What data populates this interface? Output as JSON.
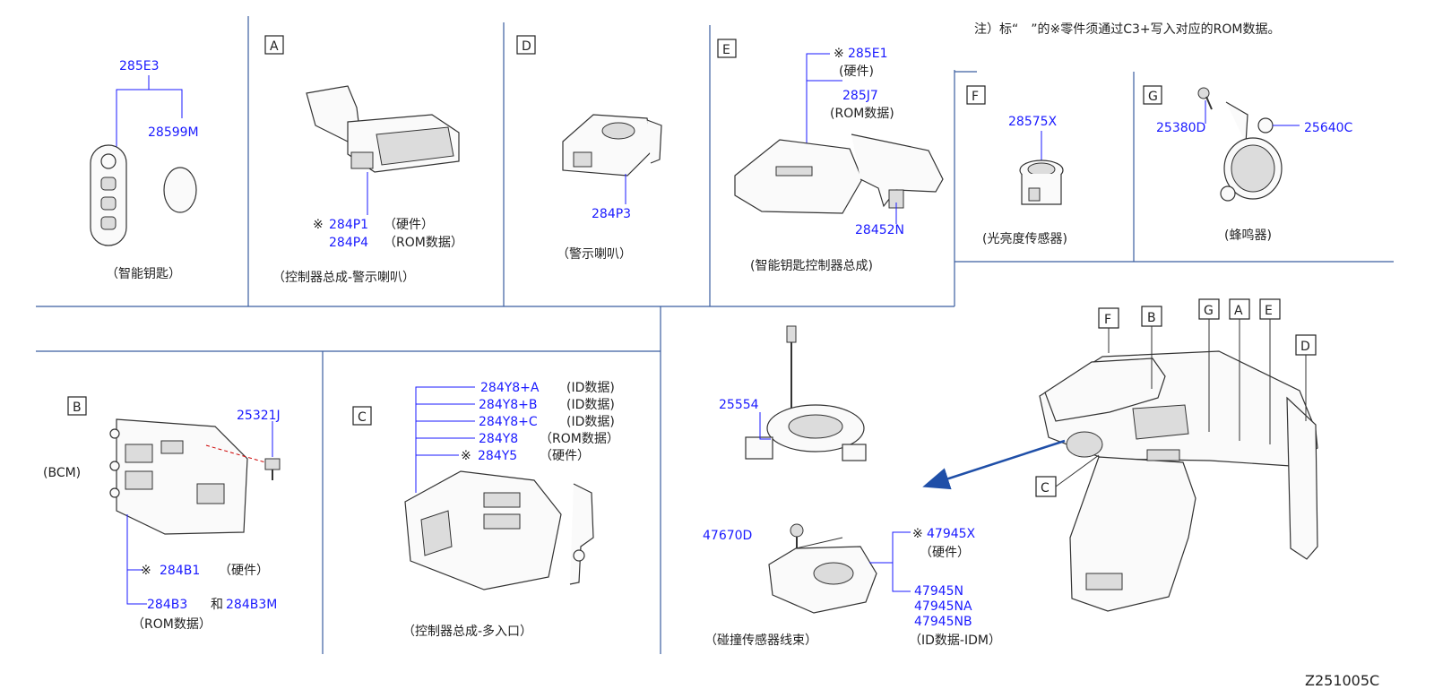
{
  "note": "注）标“　”的※零件须通过C3+写入对应的ROM数据。",
  "diagram_code": "Z251005C",
  "sections": {
    "smart_key": {
      "parts": [
        "285E3",
        "28599M"
      ],
      "caption": "（智能钥匙）"
    },
    "A": {
      "letter": "A",
      "mark": "※",
      "parts": [
        "284P1",
        "284P4"
      ],
      "notes": [
        "（硬件）",
        "（ROM数据）"
      ],
      "caption": "（控制器总成-警示喇叭）"
    },
    "D": {
      "letter": "D",
      "parts": [
        "284P3"
      ],
      "caption": "（警示喇叭）"
    },
    "E": {
      "letter": "E",
      "mark": "※",
      "parts": [
        "285E1",
        "285J7",
        "28452N"
      ],
      "notes": [
        "(硬件)",
        "(ROM数据)"
      ],
      "caption": "(智能钥匙控制器总成)"
    },
    "F": {
      "letter": "F",
      "parts": [
        "28575X"
      ],
      "caption": "(光亮度传感器)"
    },
    "G": {
      "letter": "G",
      "parts": [
        "25380D",
        "25640C"
      ],
      "caption": "(蜂鸣器)"
    },
    "B": {
      "letter": "B",
      "label": "(BCM)",
      "mark": "※",
      "parts": [
        "25321J",
        "284B1",
        "284B3",
        "284B3M"
      ],
      "and_text": "和",
      "notes": [
        "（硬件）",
        "（ROM数据）"
      ]
    },
    "C": {
      "letter": "C",
      "mark": "※",
      "parts": [
        "284Y8+A",
        "284Y8+B",
        "284Y8+C",
        "284Y8",
        "284Y5"
      ],
      "notes": [
        "(ID数据)",
        "(ID数据)",
        "(ID数据)",
        "（ROM数据）",
        "（硬件）"
      ],
      "caption": "（控制器总成-多入口）"
    },
    "collision": {
      "mark": "※",
      "parts": [
        "25554",
        "47670D",
        "47945X",
        "47945N",
        "47945NA",
        "47945NB"
      ],
      "notes": [
        "（硬件）",
        "（ID数据-IDM）"
      ],
      "caption": "（碰撞传感器线束）"
    },
    "overview": {
      "callouts": [
        "F",
        "B",
        "G",
        "A",
        "E",
        "D",
        "C"
      ]
    }
  },
  "colors": {
    "part_number": "#1a1aff",
    "grid": "#3b5ea0",
    "arrow": "#1f4fa8"
  }
}
